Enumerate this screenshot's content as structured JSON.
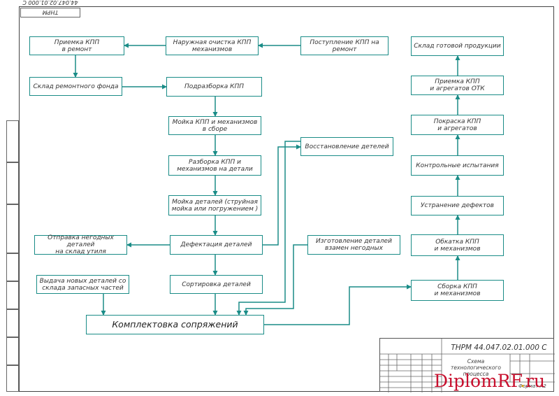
{
  "drawing_code_rotated": "ТНРМ 44.047.02.01.000 С",
  "boxes": {
    "receiving": "Приемка КПП\nв ремонт",
    "outer_cleaning": "Наружная очистка КПП\nмеханизмов",
    "arrival": "Поступление КПП на\nремонт",
    "repair_fund": "Склад ремонтного фонда",
    "partial_disassembly": "Подразборка КПП",
    "washing_assembled": "Мойка КПП и механизмов\nв сборе",
    "disassembly": "Разборка КПП и\nмеханизмов на детали",
    "parts_washing": "Мойка деталей (струйная\nмойка или погружением )",
    "defect_detection": "Дефектация деталей",
    "sorting": "Сортировка деталей",
    "scrap_shipping": "Отправка негодных деталей\nна склад утиля",
    "new_parts": "Выдача новых деталей со\nсклада запасных частей",
    "restoration": "Восстановление детелей",
    "manufacturing": "Изготовление деталей\nвзамен негодных",
    "kitting": "Комплектовка сопряжений",
    "finished_store": "Склад готовой продукции",
    "otk_acceptance": "Приемка КПП\nи агрегатов ОТК",
    "painting": "Покраска КПП\nи агрегатов",
    "control_tests": "Контрольные испытания",
    "defect_elimination": "Устранение дефектов",
    "break_in": "Обкатка КПП\nи механизмов",
    "assembly": "Сборка КПП\nи механизмов"
  },
  "title_block": {
    "code": "ТНРМ 44.047.02.01.000 С",
    "name": "Схема технологического\nпроцесса",
    "format": "Формат А2"
  },
  "watermark": {
    "main": "DiplomRF",
    "dot": ".",
    "tld": "ru"
  },
  "colors": {
    "line": "#1a8c87",
    "watermark": "#c8102e"
  }
}
